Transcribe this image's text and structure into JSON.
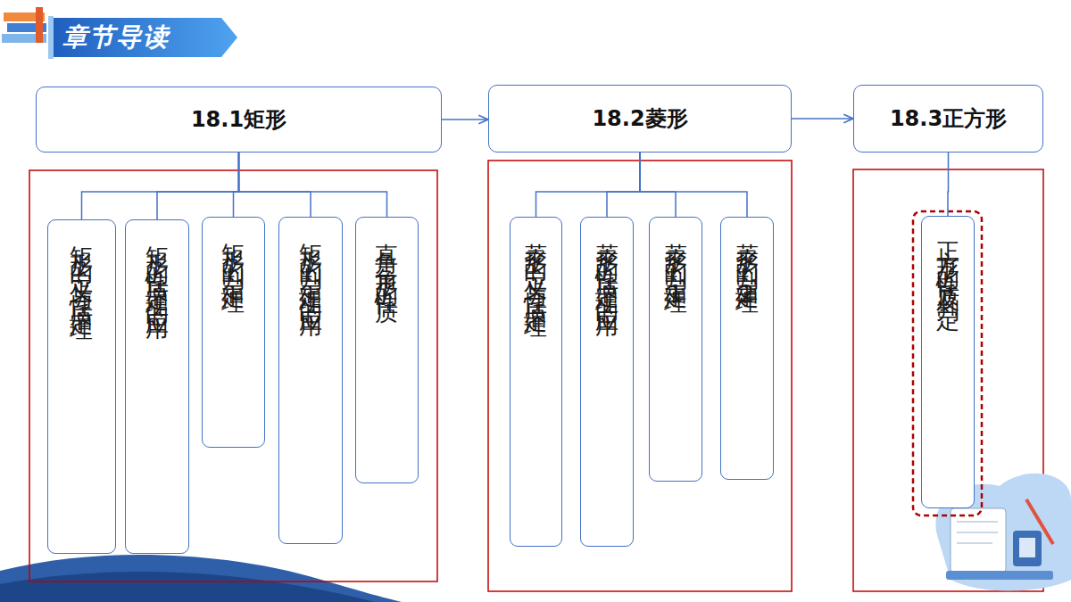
{
  "diagram": {
    "title": "章节导读",
    "nodes": [
      {
        "text": [
          "18.1矩形"
        ]
      },
      {
        "text": [
          "18.2菱形"
        ]
      },
      {
        "text": [
          "18.3正方形"
        ]
      },
      {
        "text": [
          "矩形的定义与性质定理"
        ]
      },
      {
        "text": [
          "矩形的性质定理的应用"
        ]
      },
      {
        "text": [
          "矩形的判定定理"
        ]
      },
      {
        "text": [
          "矩形的判定定理的应用"
        ]
      },
      {
        "text": [
          "直角三角形的性质"
        ]
      },
      {
        "text": [
          "菱形的定义与性质定理"
        ]
      },
      {
        "text": [
          "菱形的性质定理的应用"
        ]
      },
      {
        "text": [
          "菱形的判定定理1"
        ]
      },
      {
        "text": [
          "菱形的判定定理2"
        ]
      },
      {
        "text": [
          "正方形的性质及判定"
        ]
      }
    ],
    "edges": [
      {
        "from": 0,
        "to": 1,
        "arrow": "to"
      },
      {
        "from": 1,
        "to": 2,
        "arrow": "to"
      },
      {
        "from": 0,
        "to": 3,
        "arrow": "none"
      },
      {
        "from": 0,
        "to": 4,
        "arrow": "none"
      },
      {
        "from": 0,
        "to": 5,
        "arrow": "none"
      },
      {
        "from": 0,
        "to": 6,
        "arrow": "none"
      },
      {
        "from": 0,
        "to": 7,
        "arrow": "none"
      },
      {
        "from": 1,
        "to": 8,
        "arrow": "none"
      },
      {
        "from": 1,
        "to": 9,
        "arrow": "none"
      },
      {
        "from": 1,
        "to": 10,
        "arrow": "none"
      },
      {
        "from": 1,
        "to": 11,
        "arrow": "none"
      },
      {
        "from": 2,
        "to": 12,
        "arrow": "none"
      }
    ]
  }
}
